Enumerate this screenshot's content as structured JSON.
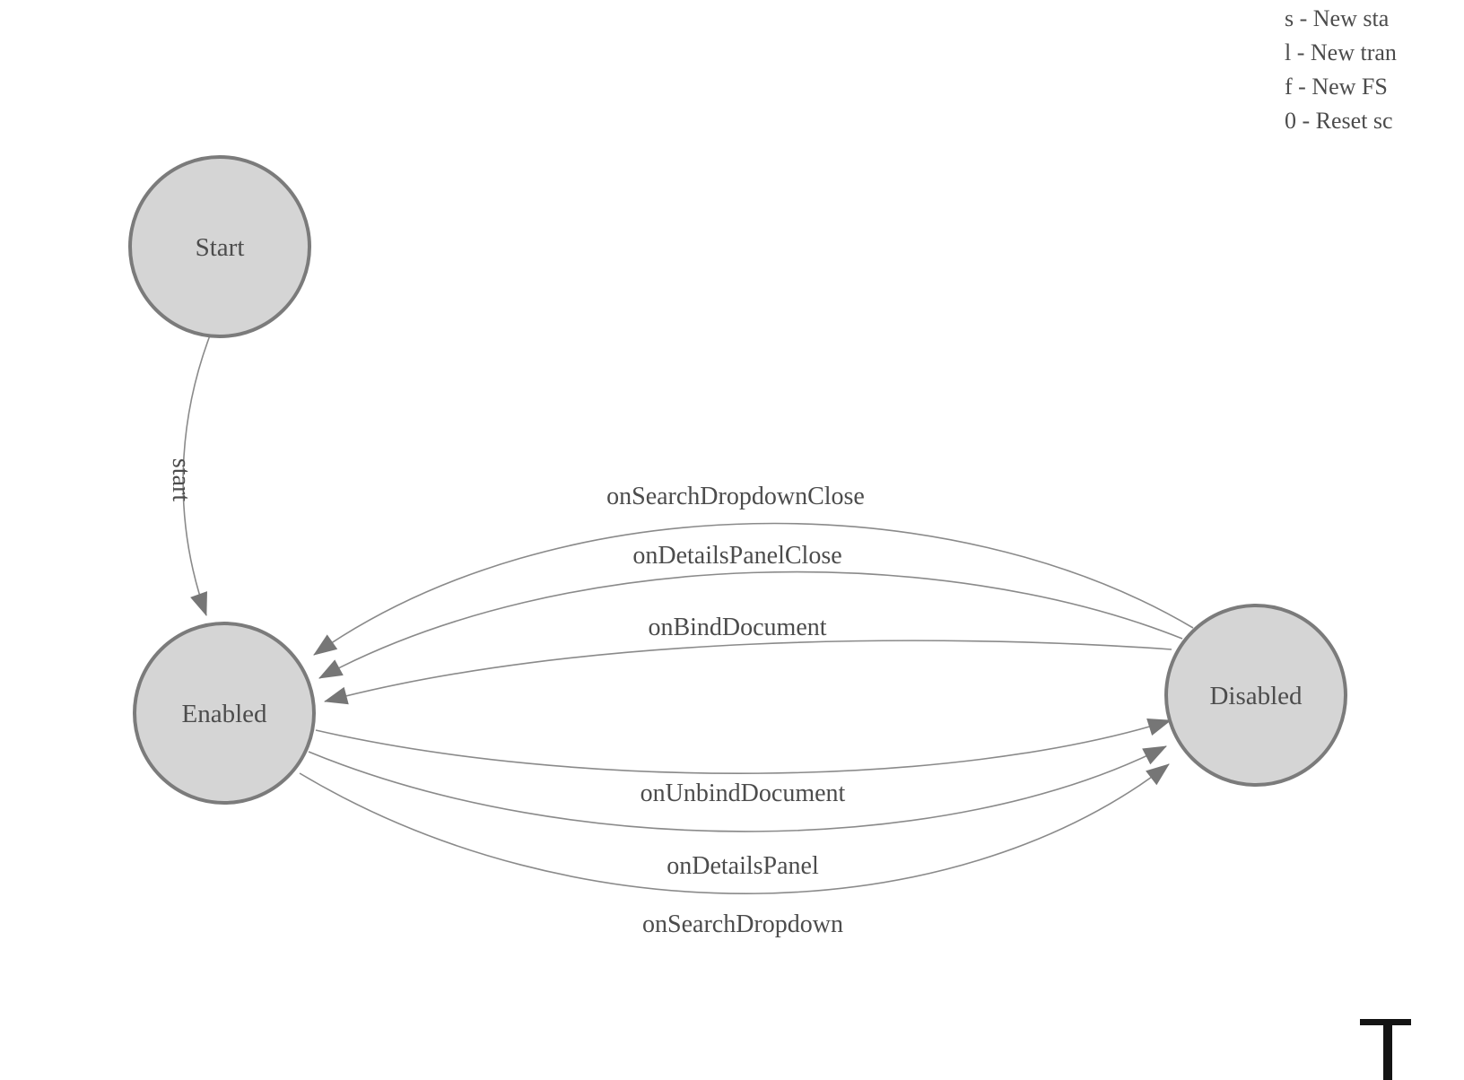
{
  "diagram": {
    "nodes": [
      {
        "id": "start",
        "label": "Start"
      },
      {
        "id": "enabled",
        "label": "Enabled"
      },
      {
        "id": "disabled",
        "label": "Disabled"
      }
    ],
    "edges": [
      {
        "label": "start",
        "from": "Start",
        "to": "Enabled"
      },
      {
        "label": "onSearchDropdownClose",
        "from": "Disabled",
        "to": "Enabled"
      },
      {
        "label": "onDetailsPanelClose",
        "from": "Disabled",
        "to": "Enabled"
      },
      {
        "label": "onBindDocument",
        "from": "Disabled",
        "to": "Enabled"
      },
      {
        "label": "onUnbindDocument",
        "from": "Enabled",
        "to": "Disabled"
      },
      {
        "label": "onDetailsPanel",
        "from": "Enabled",
        "to": "Disabled"
      },
      {
        "label": "onSearchDropdown",
        "from": "Enabled",
        "to": "Disabled"
      }
    ]
  },
  "legend": {
    "items": [
      "s - New sta",
      "l - New tran",
      "f - New FS",
      "0 - Reset sc"
    ]
  },
  "colors": {
    "node_fill": "#d5d5d5",
    "node_stroke": "#7b7b7b",
    "edge": "#8a8a8a",
    "arrow": "#767676",
    "text": "#4c4c4c"
  }
}
